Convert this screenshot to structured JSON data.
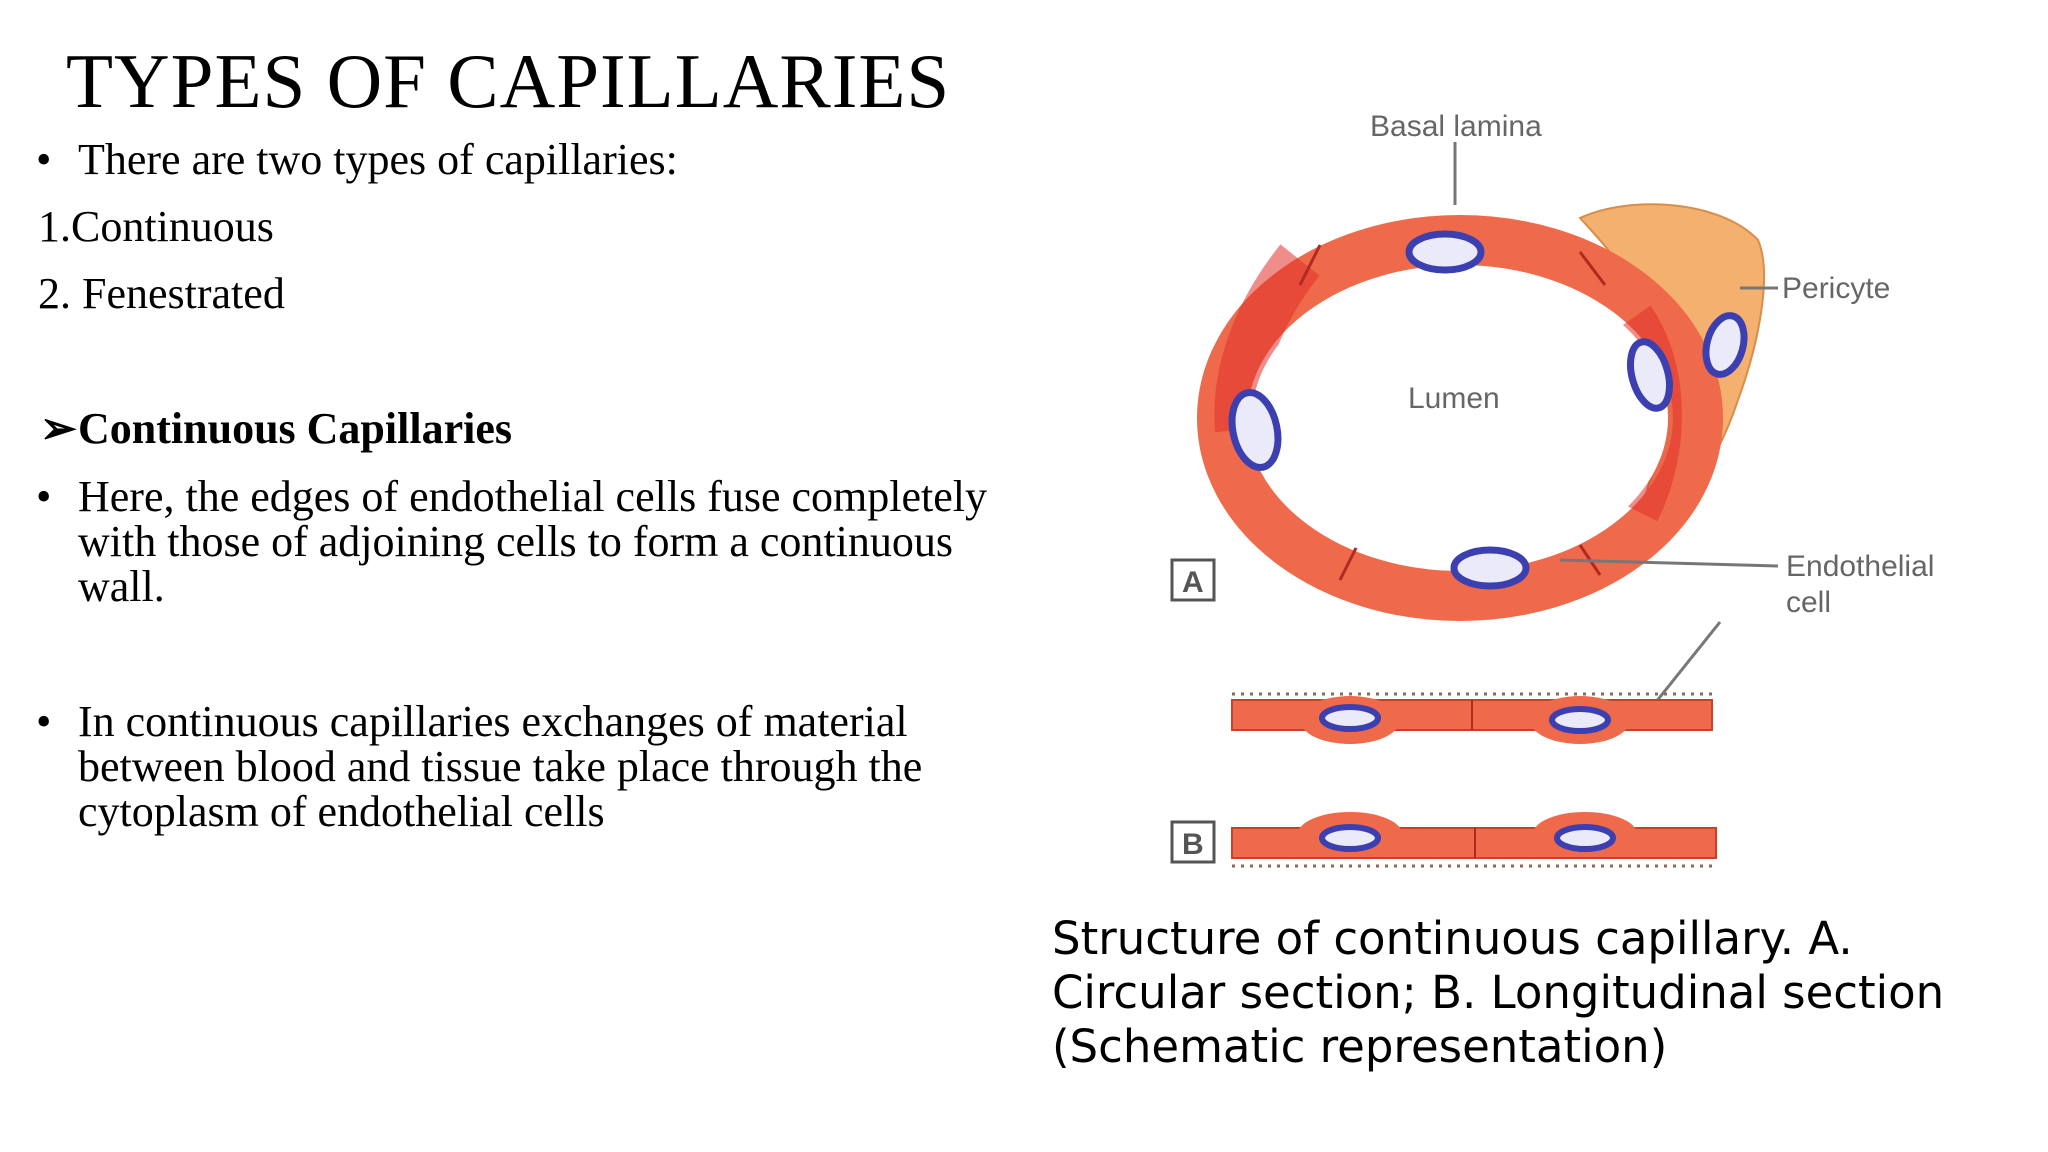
{
  "slide": {
    "title": "TYPES OF CAPILLARIES",
    "intro_bullet": "There are two types of capillaries:",
    "types": [
      "1.Continuous",
      "2. Fenestrated"
    ],
    "section_heading": "Continuous Capillaries",
    "bullets": [
      "Here, the edges of endothelial cells fuse completely with those of adjoining cells to form a continuous wall.",
      "In continuous capillaries exchanges of material between blood and tissue take place through the cytoplasm of endothelial cells"
    ],
    "bullet_symbol": "•",
    "heading_symbol": "➢"
  },
  "figure": {
    "labels": {
      "basal_lamina": "Basal lamina",
      "pericyte": "Pericyte",
      "lumen": "Lumen",
      "endothelial_line1": "Endothelial",
      "endothelial_line2": "cell",
      "panel_a": "A",
      "panel_b": "B"
    },
    "colors": {
      "cell": "#ef6a4a",
      "cell_dark": "#e0302a",
      "pericyte": "#f3b06e",
      "nucleus": "#3b3fb0",
      "nucleus_fill": "#eaeaf8"
    },
    "caption": "Structure of continuous capillary. A. Circular section; B. Longitudinal section (Schematic representation)"
  }
}
